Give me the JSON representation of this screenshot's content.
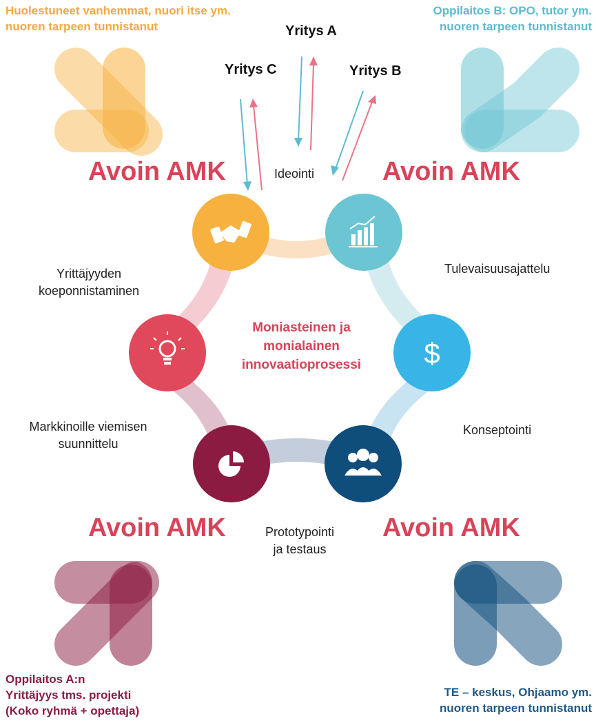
{
  "corners": {
    "top_left": [
      "Huolestuneet vanhemmat, nuori itse ym.",
      "nuoren tarpeen tunnistanut"
    ],
    "top_right": [
      "Oppilaitos B: OPO, tutor ym.",
      "nuoren tarpeen tunnistanut"
    ],
    "bottom_left": [
      "Oppilaitos A:n",
      "Yrittäjyys tms. projekti",
      "(Koko ryhmä + opettaja)"
    ],
    "bottom_right": [
      "TE – keskus, Ohjaamo ym.",
      "nuoren tarpeen tunnistanut"
    ]
  },
  "companies": {
    "a": "Yritys A",
    "b": "Yritys B",
    "c": "Yritys C"
  },
  "avoin_amk": "Avoin AMK",
  "steps": {
    "ideointi": "Ideointi",
    "tulevaisuus": "Tulevaisuusajattelu",
    "konseptointi": "Konseptointi",
    "prototypointi": [
      "Prototypointi",
      "ja testaus"
    ],
    "markkinointi": [
      "Markkinoille viemisen",
      "suunnittelu"
    ],
    "yrittajyys": [
      "Yrittäjyyden",
      "koeponnistaminen"
    ]
  },
  "center_title": [
    "Moniasteinen ja",
    "monialainen",
    "innovaatioprosessi"
  ],
  "icons": {
    "handshake": "handshake-icon",
    "chart": "bar-chart-icon",
    "dollar": "dollar-icon",
    "people": "people-icon",
    "pie": "pie-chart-icon",
    "bulb": "lightbulb-icon"
  },
  "colors": {
    "orange": "#f7b13f",
    "teal": "#6cc5d3",
    "sky": "#38b5e6",
    "navy": "#0f4d7b",
    "maroon": "#8c1b42",
    "red": "#e0485b",
    "title_red": "#d9435a"
  }
}
